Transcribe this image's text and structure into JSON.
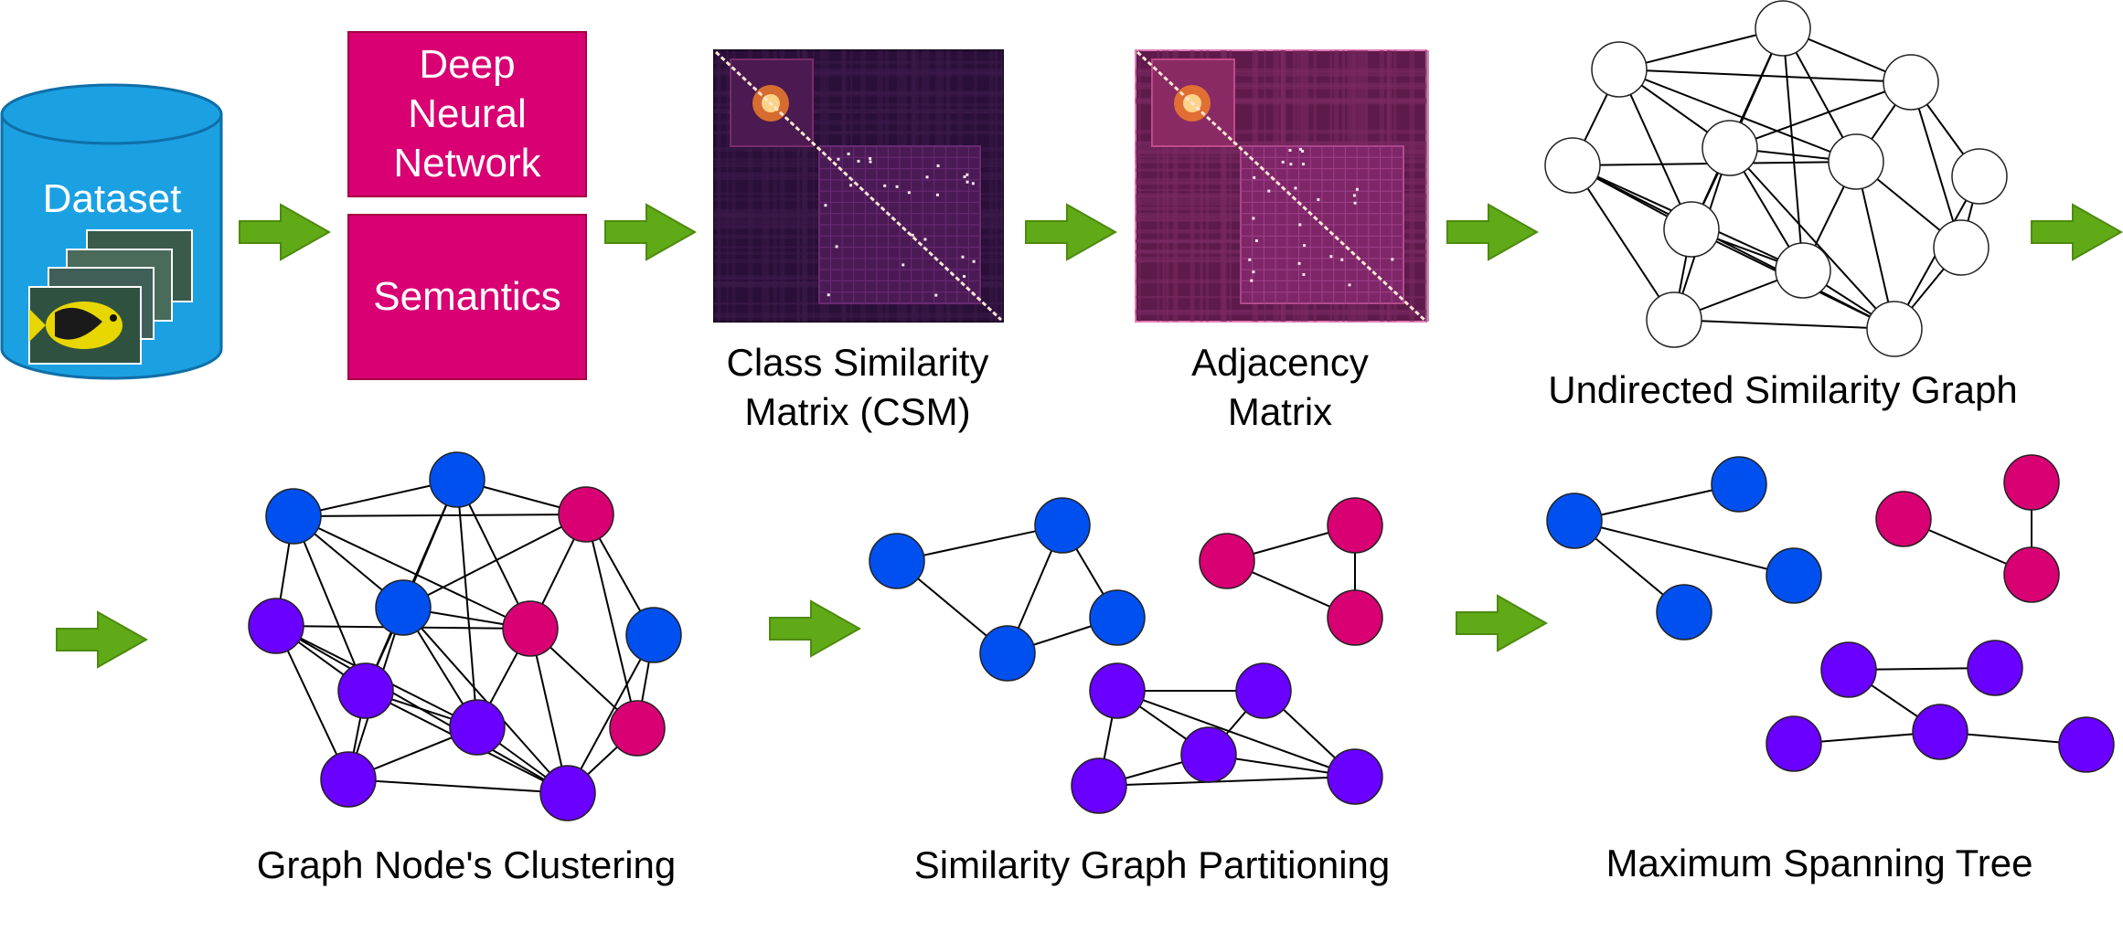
{
  "dataset": {
    "label": "Dataset"
  },
  "boxes": [
    {
      "id": "dnn",
      "label": "Deep Neural Network",
      "lines": [
        "Deep",
        "Neural",
        "Network"
      ]
    },
    {
      "id": "sem",
      "label": "Semantics",
      "lines": [
        "Semantics"
      ]
    }
  ],
  "captions": {
    "csm": [
      "Class Similarity",
      "Matrix (CSM)"
    ],
    "adjacency": [
      "Adjacency",
      "Matrix"
    ],
    "undirected": [
      "Undirected Similarity Graph"
    ],
    "clustering": [
      "Graph Node's Clustering"
    ],
    "partitioning": [
      "Similarity Graph Partitioning"
    ],
    "mst": [
      "Maximum Spanning Tree"
    ]
  },
  "colors": {
    "accent_pink": "#d80073",
    "cyan": "#1ba1e2",
    "blue": "#0050ef",
    "purple": "#6a00ff",
    "arrow_green": "#60a917",
    "matrix_dark": "#2a0f38"
  }
}
